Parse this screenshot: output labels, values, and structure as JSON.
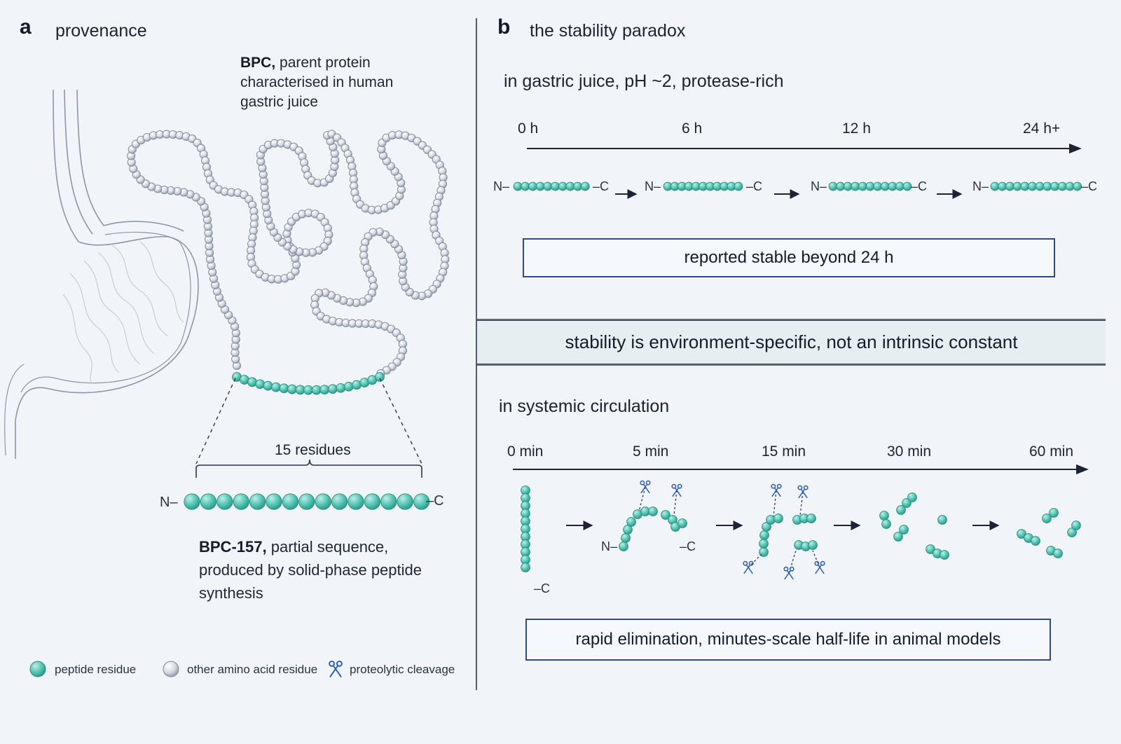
{
  "panel_a": {
    "letter": "a",
    "title": "provenance",
    "parent_protein": {
      "name": "BPC,",
      "description": "parent protein characterised in human gastric juice"
    },
    "residue_count_label": "15 residues",
    "chain_n": "N–",
    "chain_c": "–C",
    "fragment": {
      "name": "BPC-157,",
      "description": "partial sequence, produced by solid-phase peptide synthesis"
    }
  },
  "panel_b": {
    "letter": "b",
    "title": "the stability paradox",
    "gastric": {
      "title": "in gastric juice, pH ~2, protease-rich",
      "time_labels": [
        "0 h",
        "6 h",
        "12 h",
        "24 h+"
      ],
      "chain_n": "N–",
      "chain_c": "–C",
      "result": "reported stable beyond 24 h"
    },
    "band_statement": "stability is environment-specific, not an intrinsic constant",
    "systemic": {
      "title": "in systemic circulation",
      "time_labels": [
        "0 min",
        "5 min",
        "15 min",
        "30 min",
        "60 min"
      ],
      "c_end": "–C",
      "n_end": "N–",
      "result": "rapid elimination, minutes-scale half-life in animal models"
    }
  },
  "legend": {
    "peptide_residue": "peptide residue",
    "other_residue": "other amino acid residue",
    "cleavage": "proteolytic cleavage"
  },
  "colors": {
    "peptide": "#5cc9b8",
    "other": "#d7dbe4",
    "accent": "#2f4c7a",
    "cleavage": "#2a5db0"
  },
  "icons": {
    "cleavage": "scissors-icon",
    "stomach": "stomach-illustration"
  }
}
